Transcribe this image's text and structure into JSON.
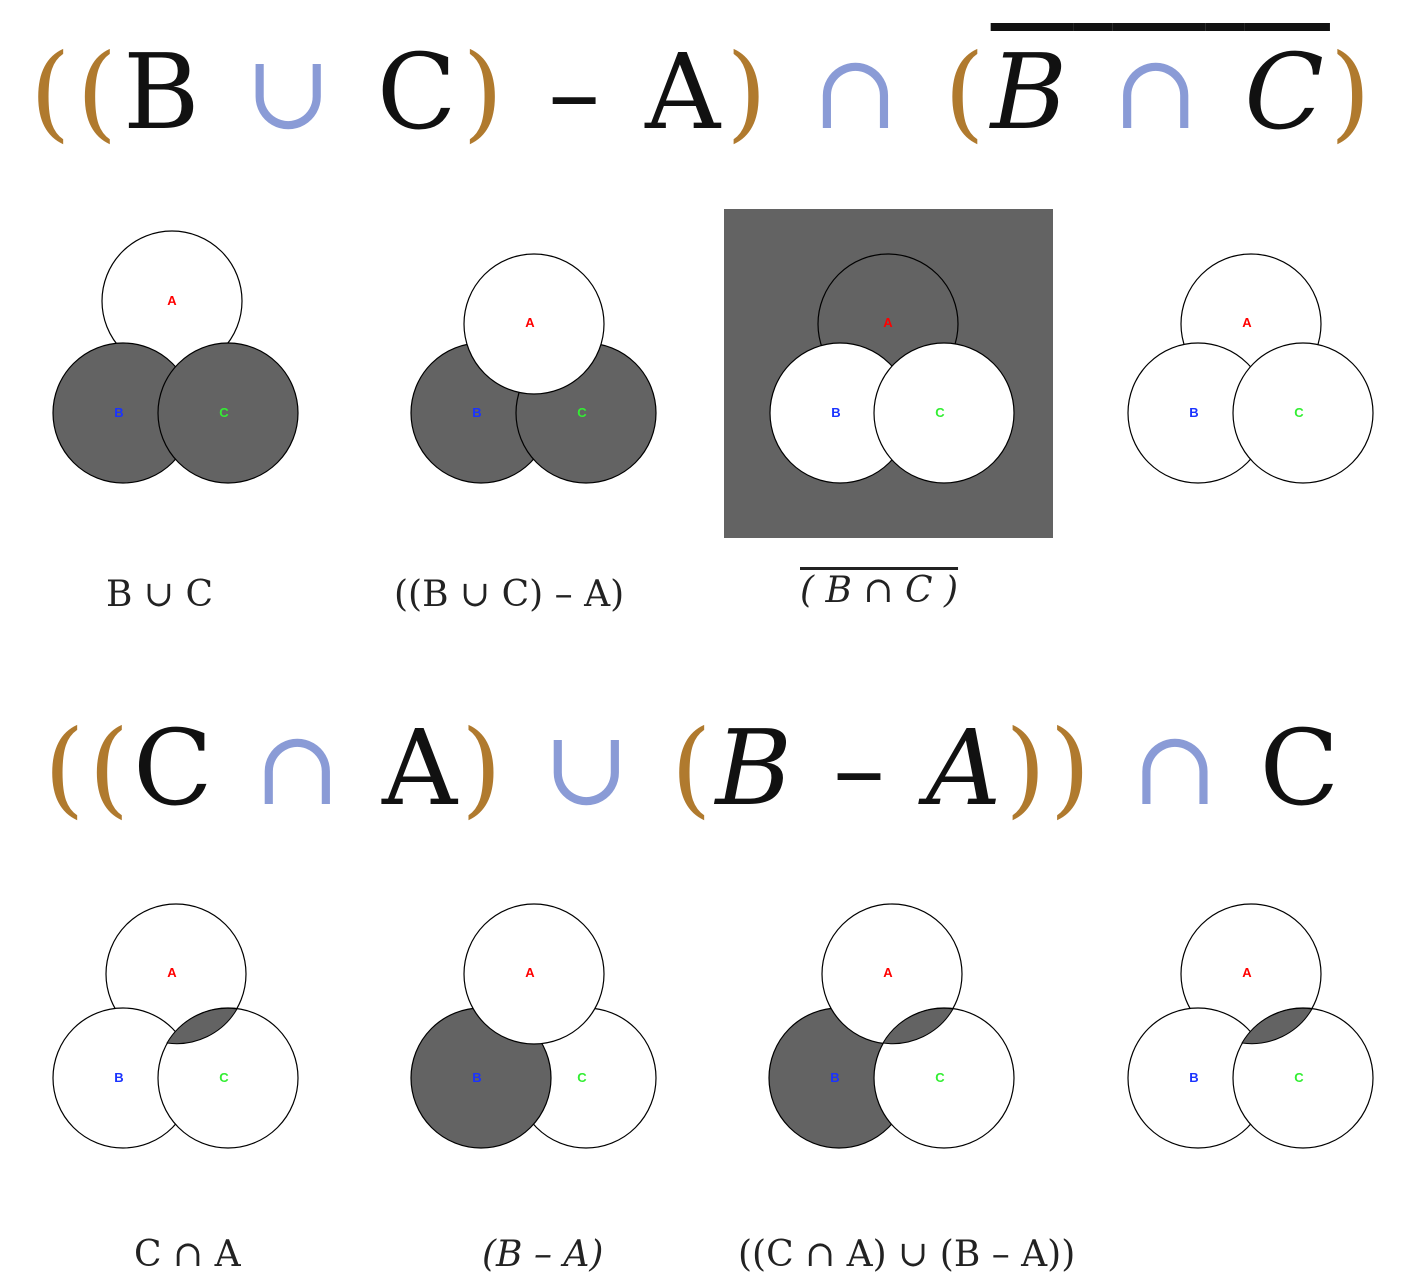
{
  "colors": {
    "shade": "#636363",
    "label_a": "#ff0000",
    "label_b": "#1a33ff",
    "label_c": "#33ee33",
    "stroke": "#000000"
  },
  "formula1": {
    "p1": "((",
    "b": "B",
    "cup": "∪",
    "c": "C",
    "p2": ")",
    "minus": "–",
    "a": "A",
    "p3": ")",
    "cap": "∩",
    "p4": "(",
    "bbar": "B",
    "cap2": "∩",
    "cbar": "C",
    "p5": ")"
  },
  "formula2": {
    "p1": "((",
    "c": "C",
    "cap": "∩",
    "a": "A",
    "p2": ")",
    "cup": "∪",
    "p3": "(",
    "b": "B",
    "minus": "–",
    "a2": "A",
    "p4": "))",
    "cap2": "∩",
    "c2": "C"
  },
  "captions": {
    "row1_1": "B ∪ C",
    "row1_2": "((B ∪ C) – A)",
    "row1_3": "( B ∩ C )",
    "row2_1": "C ∩ A",
    "row2_2": "(B – A)",
    "row2_3": "((C ∩ A) ∪ (B – A))"
  },
  "venn_labels": {
    "a": "A",
    "b": "B",
    "c": "C"
  },
  "diagrams": [
    {
      "id": "row1-1",
      "shaded_region": "B ∪ C",
      "background_shaded": false
    },
    {
      "id": "row1-2",
      "shaded_region": "(B ∪ C) – A",
      "background_shaded": false
    },
    {
      "id": "row1-3",
      "shaded_region": "complement of (B ∪ C)",
      "background_shaded": true
    },
    {
      "id": "row1-4",
      "shaded_region": "none",
      "background_shaded": false
    },
    {
      "id": "row2-1",
      "shaded_region": "C ∩ A",
      "background_shaded": false
    },
    {
      "id": "row2-2",
      "shaded_region": "B – A",
      "background_shaded": false
    },
    {
      "id": "row2-3",
      "shaded_region": "(C ∩ A) ∪ (B – A)",
      "background_shaded": false
    },
    {
      "id": "row2-4",
      "shaded_region": "C ∩ A",
      "background_shaded": false
    }
  ]
}
